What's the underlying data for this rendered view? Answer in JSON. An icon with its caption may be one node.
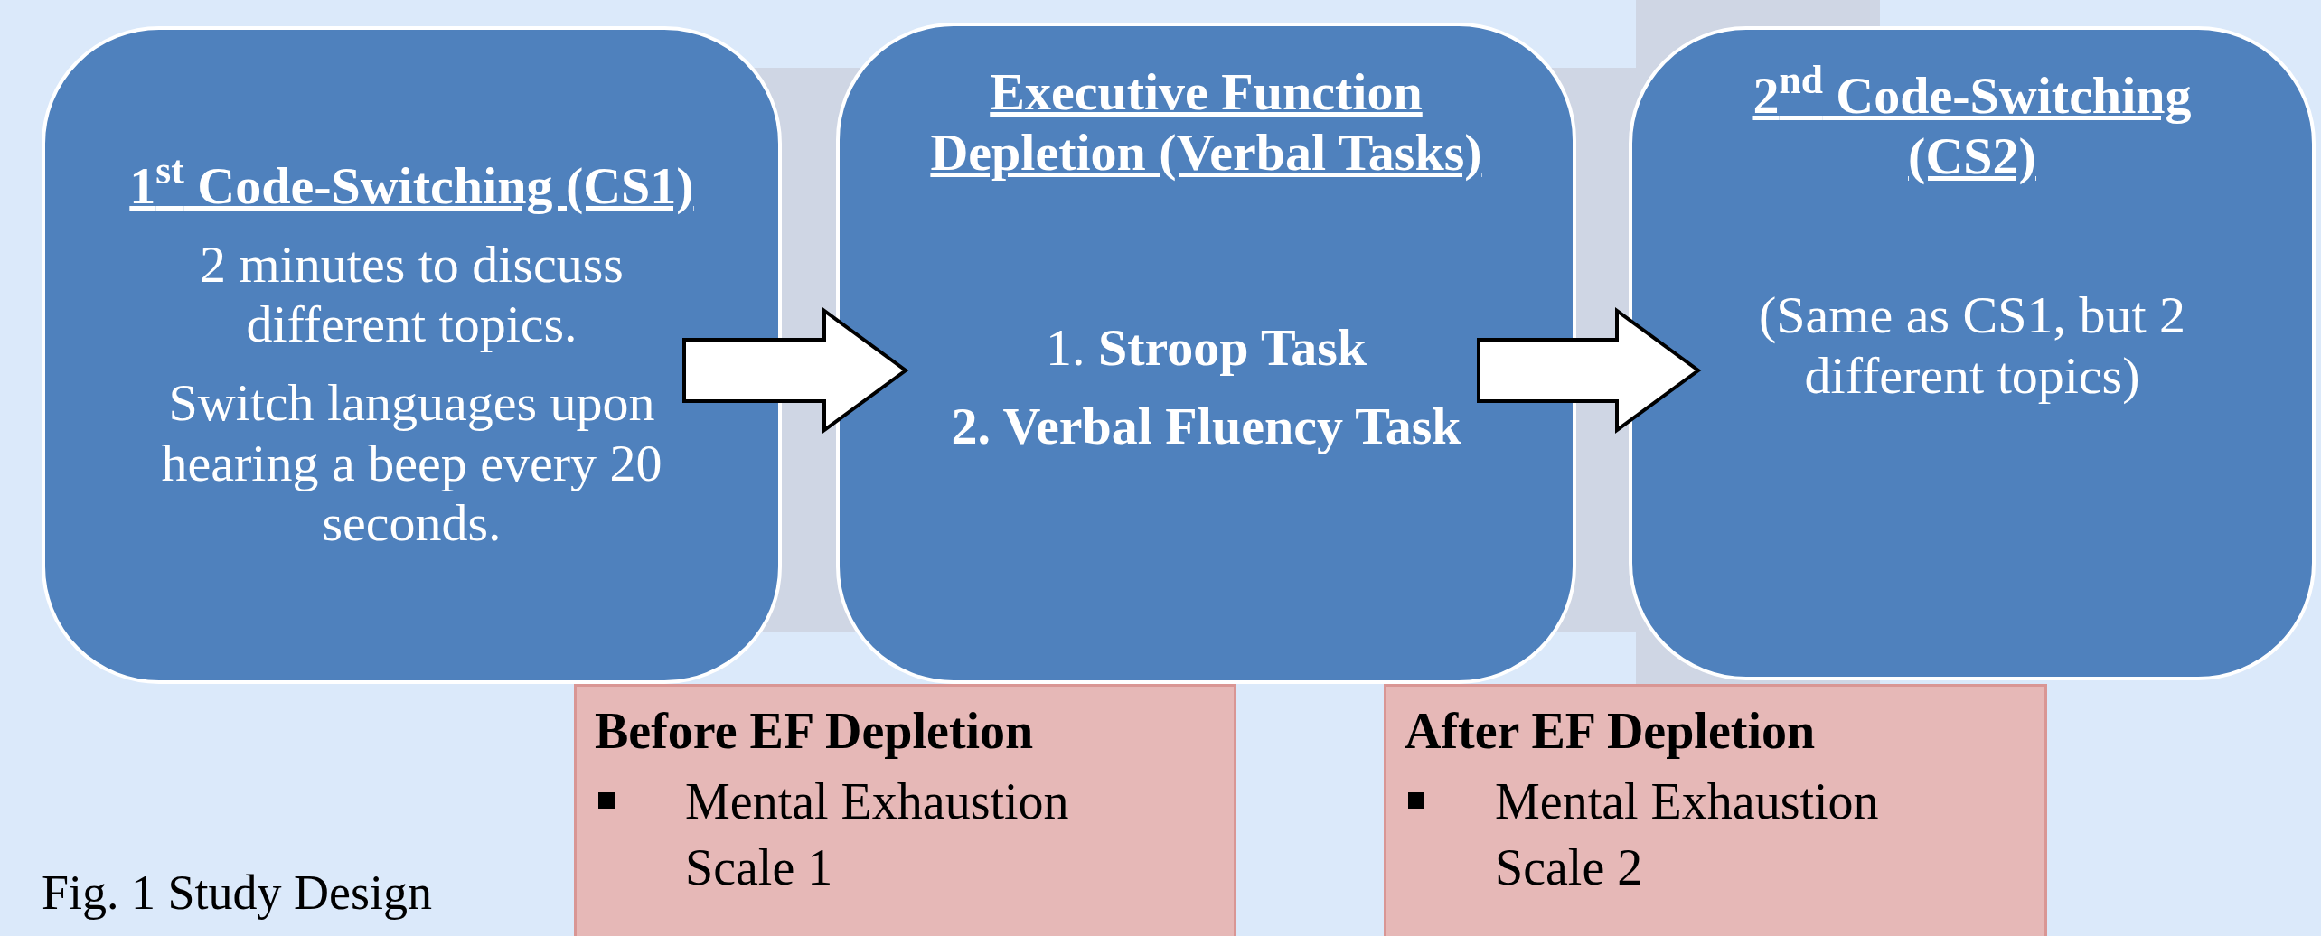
{
  "diagram": {
    "caption": "Fig. 1 Study Design",
    "nodes": [
      {
        "text": [
          "1$^{st}$ Code-Switching (CS1)",
          "2 minutes to discuss different topics.",
          "Switch languages upon hearing a beep every 20 seconds."
        ]
      },
      {
        "text": [
          "Executive Function Depletion (Verbal Tasks)",
          "1. **Stroop Task**",
          "**2. Verbal Fluency Task**"
        ]
      },
      {
        "text": [
          "2$^{nd}$ Code-Switching (CS2)",
          "(Same as CS1, but 2 different topics)"
        ]
      },
      {
        "text": [
          "Before EF Depletion",
          "Mental Exhaustion Scale 1"
        ]
      },
      {
        "text": [
          "After EF Depletion",
          "Mental Exhaustion Scale 2"
        ]
      }
    ],
    "edges": [
      {
        "from": 0,
        "to": 1,
        "arrow": "to"
      },
      {
        "from": 1,
        "to": 2,
        "arrow": "to"
      }
    ]
  }
}
